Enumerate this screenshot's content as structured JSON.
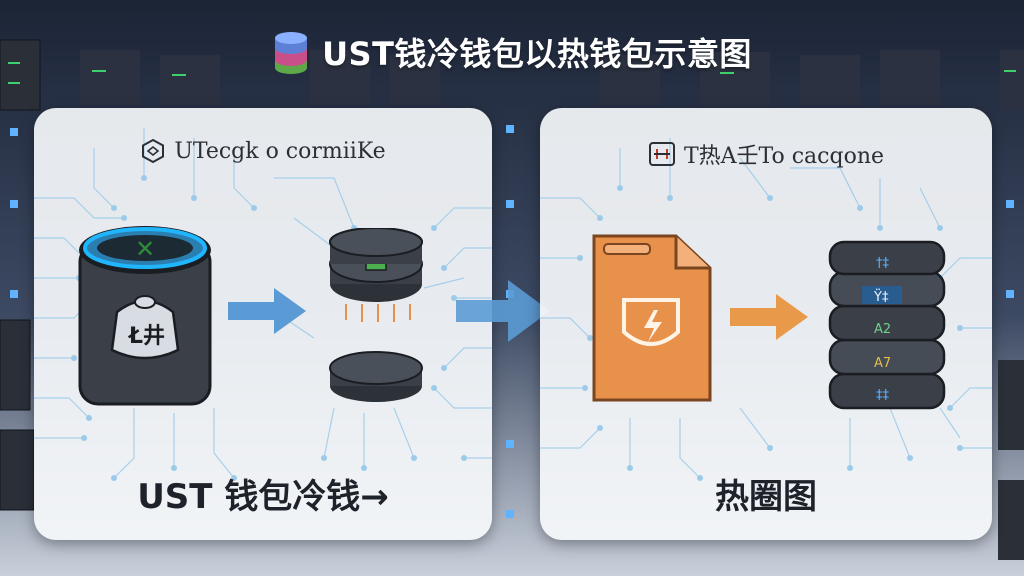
{
  "title": "UST钱冷钱包以热钱包示意图",
  "left_panel": {
    "subtitle": "UTecgk o cormiiKe",
    "badge_label": "Ł井",
    "bottom_label": "UST 钱包冷钱→"
  },
  "right_panel": {
    "subtitle": "T热A壬To cacqone",
    "bottom_label": "热圈图",
    "stack_labels": [
      "†‡",
      "Ÿ‡",
      "A2",
      "A7",
      "‡‡"
    ]
  },
  "colors": {
    "background": "#1f2a3f",
    "panel": "#f6f8fb",
    "cold_wallet": "#3a3f48",
    "cold_wallet_rim": "#1fb6ff",
    "cold_wallet_logo": "#2e8b3a",
    "hot_wallet": "#e8914a",
    "arrow_blue": "#5b9bd5",
    "arrow_orange": "#e89a4a",
    "circuit": "#8fc7ec"
  },
  "icons": {
    "title": "database-stack-icon",
    "left_subtitle": "hexagon-logo-icon",
    "right_subtitle": "box-logo-icon"
  }
}
